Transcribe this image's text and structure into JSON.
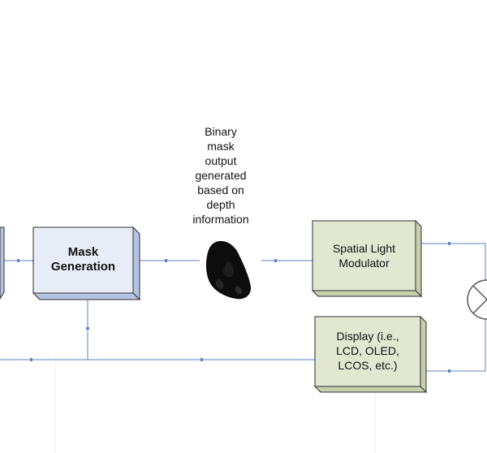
{
  "annotation": {
    "lines": [
      "Binary",
      "mask",
      "output",
      "generated",
      "based on",
      "depth",
      "information"
    ]
  },
  "blocks": {
    "mask_generation": {
      "lines": [
        "Mask",
        "Generation"
      ],
      "fill": "#e8ecf7",
      "side": "#b5c3e3"
    },
    "spatial_light_modulator": {
      "lines": [
        "Spatial Light",
        "Modulator"
      ],
      "fill": "#e2e7d2",
      "side": "#c6cfae"
    },
    "display": {
      "lines": [
        "Display (i.e.,",
        "LCD, OLED,",
        "LCOS, etc.)"
      ],
      "fill": "#e2e7d2",
      "side": "#c6cfae"
    }
  },
  "colors": {
    "line": "#5a86c6",
    "outline": "#2f2f2f",
    "left_block_fill": "#dfe6f6"
  }
}
